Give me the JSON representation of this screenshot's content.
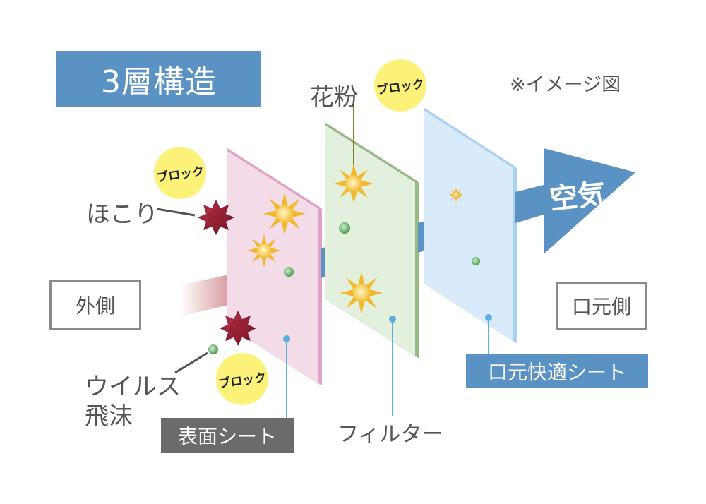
{
  "title": "3層構造",
  "note": "※イメージ図",
  "labels": {
    "dust": "ほこり",
    "pollen": "花粉",
    "virus_line1": "ウイルス",
    "virus_line2": "飛沫",
    "outside": "外側",
    "mouth_side": "口元側",
    "air": "空気"
  },
  "block_badge": "ブロック",
  "layers": {
    "surface": "表面シート",
    "filter": "フィルター",
    "comfort": "口元快適シート"
  },
  "colors": {
    "title_bg": "#5a93c3",
    "surface_sheet": "#f3dbe8",
    "surface_edge": "#e0a3c5",
    "filter_sheet": "#e3f0de",
    "filter_edge": "#98b886",
    "comfort_sheet": "#d9ebfa",
    "comfort_edge": "#a9d1f0",
    "air_arrow": "#5a93c3",
    "inlet_beam": "#b5474c",
    "dust_particle": "#8c1a2a",
    "pollen_particle": "#f2b92f",
    "virus_particle": "#4caa54",
    "badge": "#fcf27a",
    "surface_tag_bg": "#6b6b6b",
    "comfort_tag_bg": "#5a93c3"
  }
}
